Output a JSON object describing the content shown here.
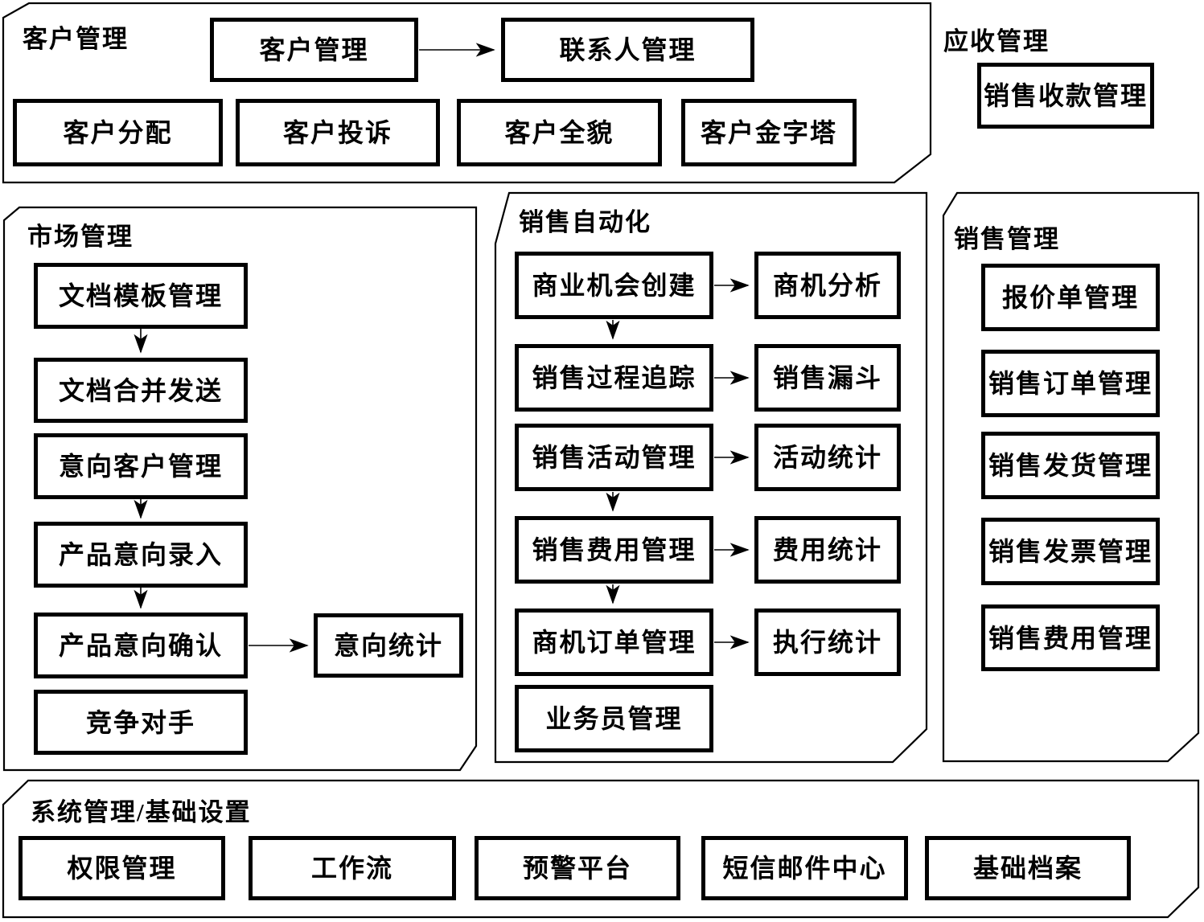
{
  "palette": {
    "ink": "#000000",
    "background": "#ffffff"
  },
  "sections": {
    "customer": {
      "title": "客户管理",
      "flow": {
        "from": "客户管理",
        "to": "联系人管理"
      },
      "row": [
        "客户分配",
        "客户投诉",
        "客户全貌",
        "客户金字塔"
      ]
    },
    "receivable": {
      "title": "应收管理",
      "box": "销售收款管理"
    },
    "market": {
      "title": "市场管理",
      "chain": [
        "文档模板管理",
        "文档合并发送",
        "意向客户管理",
        "产品意向录入",
        "产品意向确认"
      ],
      "stat": "意向统计",
      "extra": "竞争对手"
    },
    "sales_automation": {
      "title": "销售自动化",
      "rows": [
        {
          "left": "商业机会创建",
          "right": "商机分析"
        },
        {
          "left": "销售过程追踪",
          "right": "销售漏斗"
        },
        {
          "left": "销售活动管理",
          "right": "活动统计"
        },
        {
          "left": "销售费用管理",
          "right": "费用统计"
        },
        {
          "left": "商机订单管理",
          "right": "执行统计"
        }
      ],
      "extra": "业务员管理"
    },
    "sales_management": {
      "title": "销售管理",
      "boxes": [
        "报价单管理",
        "销售订单管理",
        "销售发货管理",
        "销售发票管理",
        "销售费用管理"
      ]
    },
    "system": {
      "title": "系统管理/基础设置",
      "boxes": [
        "权限管理",
        "工作流",
        "预警平台",
        "短信邮件中心",
        "基础档案"
      ]
    }
  }
}
